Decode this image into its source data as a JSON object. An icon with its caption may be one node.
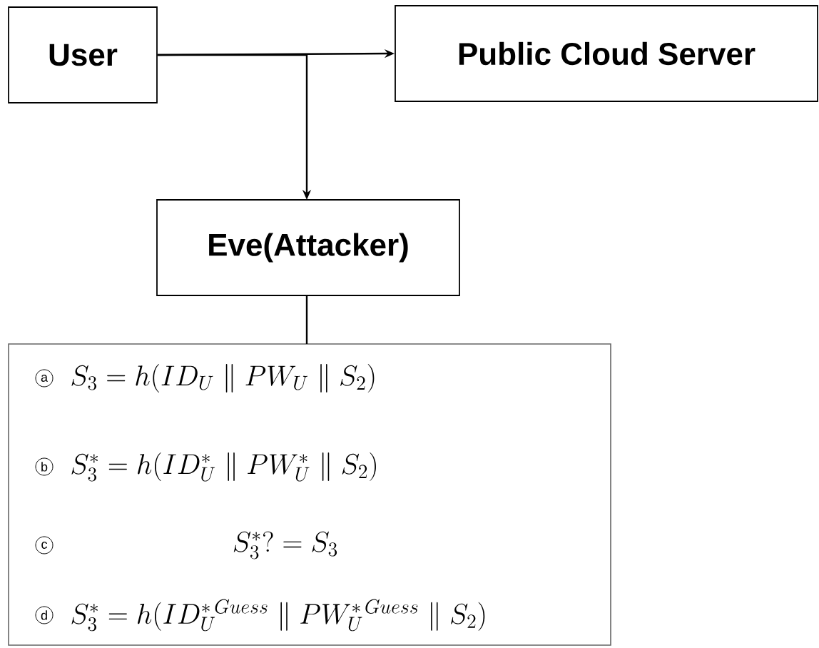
{
  "diagram": {
    "nodes": [
      {
        "text": [
          "User"
        ]
      },
      {
        "text": [
          "Public Cloud Server"
        ]
      },
      {
        "text": [
          "Eve(Attacker)"
        ]
      },
      {
        "text": [
          "a",
          "S_3 = h(ID_U \\parallel PW_U \\parallel S_2)",
          "b",
          "S_3^{*} = h(ID_U^{*} \\parallel PW_U^{*} \\parallel S_2)",
          "c",
          "S_3^{*} ?= S_3",
          "d",
          "S_3^{*} = h(ID_U^{*\\,Guess} \\parallel PW_U^{*\\,Guess} \\parallel S_2)"
        ]
      }
    ],
    "edges": [
      {
        "from": 0,
        "to": 1,
        "arrow": "to"
      },
      {
        "from": 0,
        "to": 2,
        "arrow": "to"
      },
      {
        "from": 2,
        "to": 3,
        "arrow": "none"
      }
    ]
  }
}
